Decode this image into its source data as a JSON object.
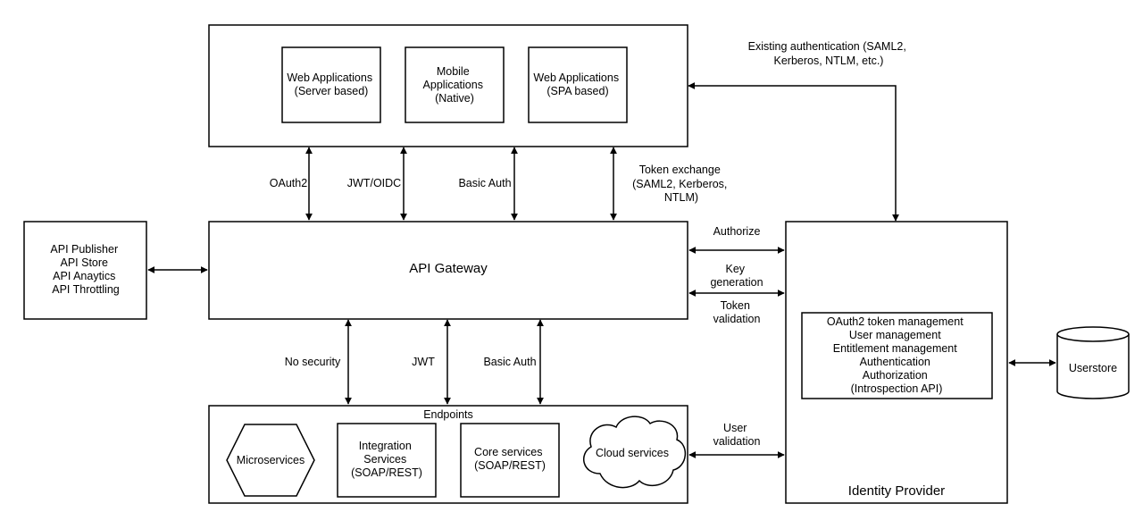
{
  "client_apps": {
    "web_server": [
      "Web Applications",
      "(Server based)"
    ],
    "mobile": [
      "Mobile",
      "Applications",
      "(Native)"
    ],
    "web_spa": [
      "Web Applications",
      "(SPA based)"
    ]
  },
  "client_gateway_links": {
    "oauth2": "OAuth2",
    "jwt_oidc": "JWT/OIDC",
    "basic_auth": "Basic Auth",
    "token_exchange": [
      "Token exchange",
      "(SAML2, Kerberos,",
      "NTLM)"
    ]
  },
  "existing_auth": [
    "Existing authentication (SAML2,",
    "Kerberos, NTLM, etc.)"
  ],
  "api_management": [
    "API Publisher",
    "API Store",
    "API Anaytics",
    "API Throttling"
  ],
  "gateway": {
    "title": "API Gateway"
  },
  "gateway_idp_links": {
    "authorize": "Authorize",
    "key_generation": [
      "Key",
      "generation"
    ],
    "token_validation": [
      "Token",
      "validation"
    ]
  },
  "gateway_endpoint_links": {
    "no_security": "No security",
    "jwt": "JWT",
    "basic_auth": "Basic Auth"
  },
  "endpoints": {
    "title": "Endpoints",
    "microservices": "Microservices",
    "integration": [
      "Integration",
      "Services",
      "(SOAP/REST)"
    ],
    "core": [
      "Core services",
      "(SOAP/REST)"
    ],
    "cloud": "Cloud services"
  },
  "user_validation": [
    "User",
    "validation"
  ],
  "identity_provider": {
    "title": "Identity Provider",
    "features": [
      "OAuth2 token management",
      "User management",
      "Entitlement management",
      "Authentication",
      "Authorization",
      "(Introspection API)"
    ]
  },
  "userstore": "Userstore"
}
